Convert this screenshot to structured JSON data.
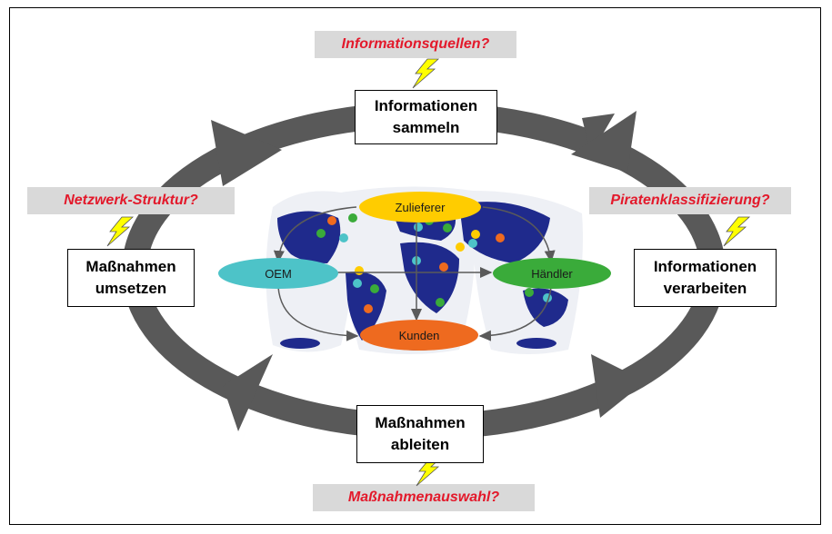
{
  "questions": {
    "top": "Informationsquellen?",
    "left": "Netzwerk-Struktur?",
    "right": "Piratenklassifizierung?",
    "bottom": "Maßnahmenauswahl?"
  },
  "steps": {
    "top": [
      "Informationen",
      "sammeln"
    ],
    "left": [
      "Maßnahmen",
      "umsetzen"
    ],
    "right": [
      "Informationen",
      "verarbeiten"
    ],
    "bottom": [
      "Maßnahmen",
      "ableiten"
    ]
  },
  "nodes": {
    "supplier": "Zulieferer",
    "oem": "OEM",
    "dealer": "Händler",
    "customers": "Kunden"
  },
  "colors": {
    "cycle": "#595959",
    "question_text": "#e3192b",
    "question_bg": "#d9d9d9",
    "bolt": "#ffff00",
    "continents": "#1f2a8c",
    "supplier": "#ffcc00",
    "oem": "#4dc3c8",
    "dealer": "#3aab3a",
    "customers": "#ee6a1f"
  }
}
